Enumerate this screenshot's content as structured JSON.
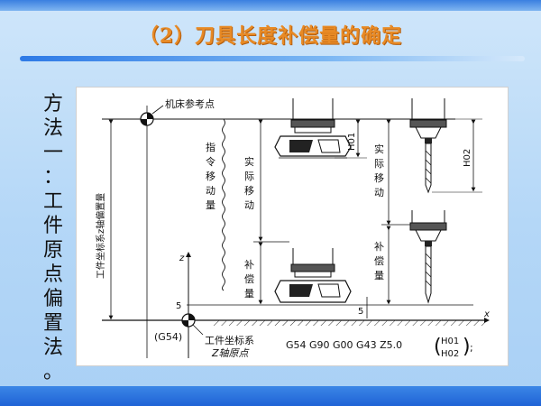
{
  "slide": {
    "title": "（2）刀具长度补偿量的确定",
    "method_text": [
      "方",
      "法",
      "一",
      "：",
      "工",
      "件",
      "原",
      "点",
      "偏",
      "置",
      "法",
      "。"
    ]
  },
  "diagram": {
    "machine_ref_label": "机床参考点",
    "left_axis_label": "工件坐标系z轴偏置量",
    "command_move_label": [
      "指",
      "令",
      "移",
      "动",
      "量"
    ],
    "actual_move_label_1": [
      "实",
      "际",
      "移",
      "动"
    ],
    "comp_label_1": [
      "补",
      "偿",
      "量"
    ],
    "actual_move_label_2": [
      "实",
      "际",
      "移",
      "动"
    ],
    "comp_label_2": [
      "补",
      "偿",
      "量"
    ],
    "h01": "H01",
    "h02": "H02",
    "z_axis": "z",
    "x_axis": "x",
    "five_left": "5",
    "five_right": "5",
    "g54_label": "(G54)",
    "work_origin_label_1": "工件坐标系",
    "work_origin_label_2": "Z轴原点",
    "code_line": "G54   G90   G00   G43   Z5.0",
    "code_h01": "H01",
    "code_h02": "H02",
    "code_end": ";"
  }
}
